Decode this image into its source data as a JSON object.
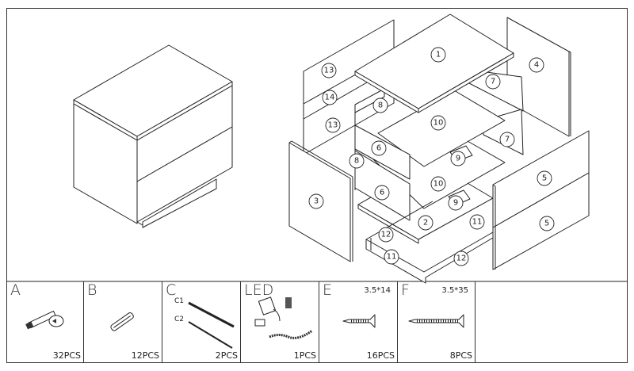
{
  "diagram": {
    "part_labels": [
      "1",
      "4",
      "13",
      "14",
      "13",
      "8",
      "7",
      "10",
      "7",
      "6",
      "9",
      "8",
      "10",
      "6",
      "9",
      "3",
      "5",
      "5",
      "2",
      "11",
      "12",
      "11",
      "12"
    ]
  },
  "hardware": [
    {
      "letter": "A",
      "qty": "32PCS",
      "icon": "cam-lock-bolt-icon"
    },
    {
      "letter": "B",
      "qty": "12PCS",
      "icon": "wooden-dowel-icon"
    },
    {
      "letter": "C",
      "qty": "2PCS",
      "icon": "drawer-rail-icon",
      "sub": [
        "C1",
        "C2"
      ]
    },
    {
      "letter": "LED",
      "qty": "1PCS",
      "icon": "led-kit-icon"
    },
    {
      "letter": "E",
      "qty": "16PCS",
      "spec": "3.5*14",
      "icon": "short-screw-icon"
    },
    {
      "letter": "F",
      "qty": "8PCS",
      "spec": "3.5*35",
      "icon": "long-screw-icon"
    }
  ]
}
